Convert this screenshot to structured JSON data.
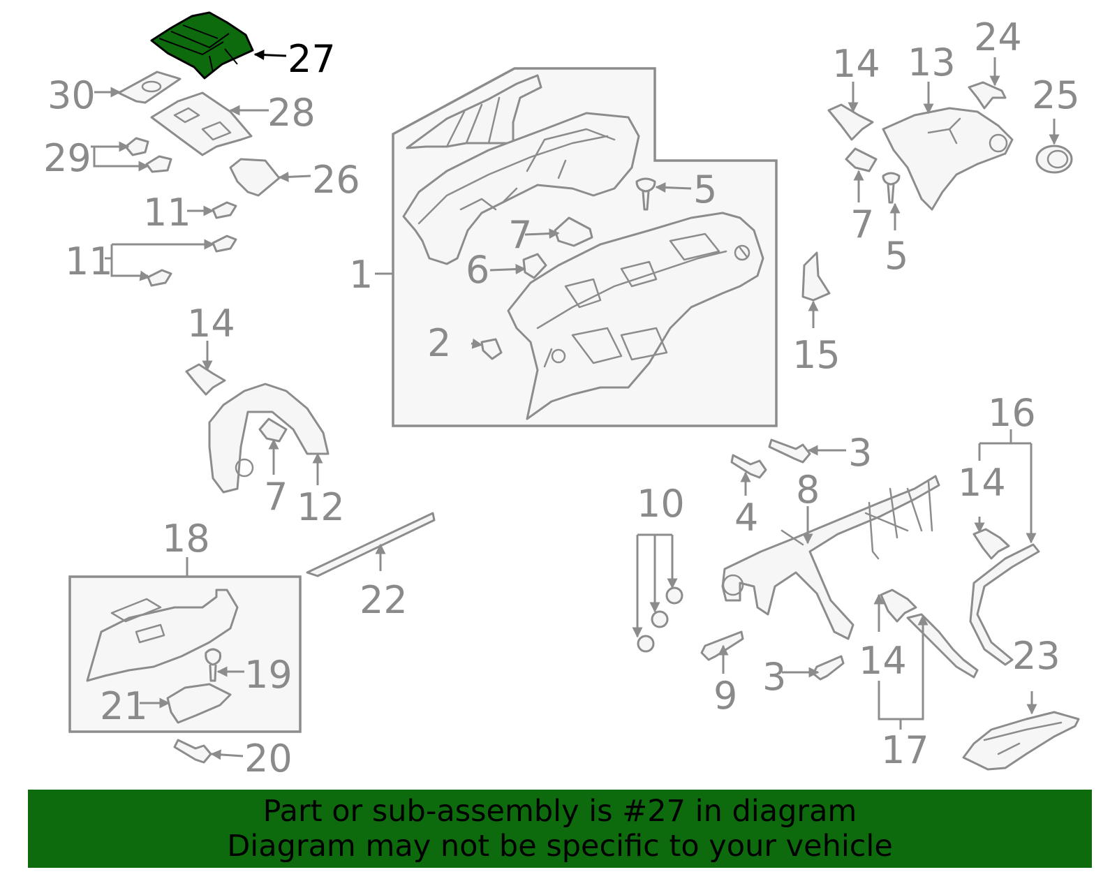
{
  "diagram": {
    "highlight_color": "#0d6b0d",
    "callouts": {
      "c1": "1",
      "c2": "2",
      "c3a": "3",
      "c3b": "3",
      "c4": "4",
      "c5a": "5",
      "c5b": "5",
      "c6": "6",
      "c7a": "7",
      "c7b": "7",
      "c7c": "7",
      "c8": "8",
      "c9": "9",
      "c10": "10",
      "c11a": "11",
      "c11b": "11",
      "c12": "12",
      "c13": "13",
      "c14a": "14",
      "c14b": "14",
      "c14c": "14",
      "c14d": "14",
      "c15": "15",
      "c16": "16",
      "c17": "17",
      "c18": "18",
      "c19": "19",
      "c20": "20",
      "c21": "21",
      "c22": "22",
      "c23": "23",
      "c24": "24",
      "c25": "25",
      "c26": "26",
      "c27": "27",
      "c28": "28",
      "c29": "29",
      "c30": "30"
    }
  },
  "banner": {
    "line1": "Part or sub-assembly is #27 in diagram",
    "line2": "Diagram may not be specific to your vehicle",
    "color": "#0d6b0d"
  }
}
